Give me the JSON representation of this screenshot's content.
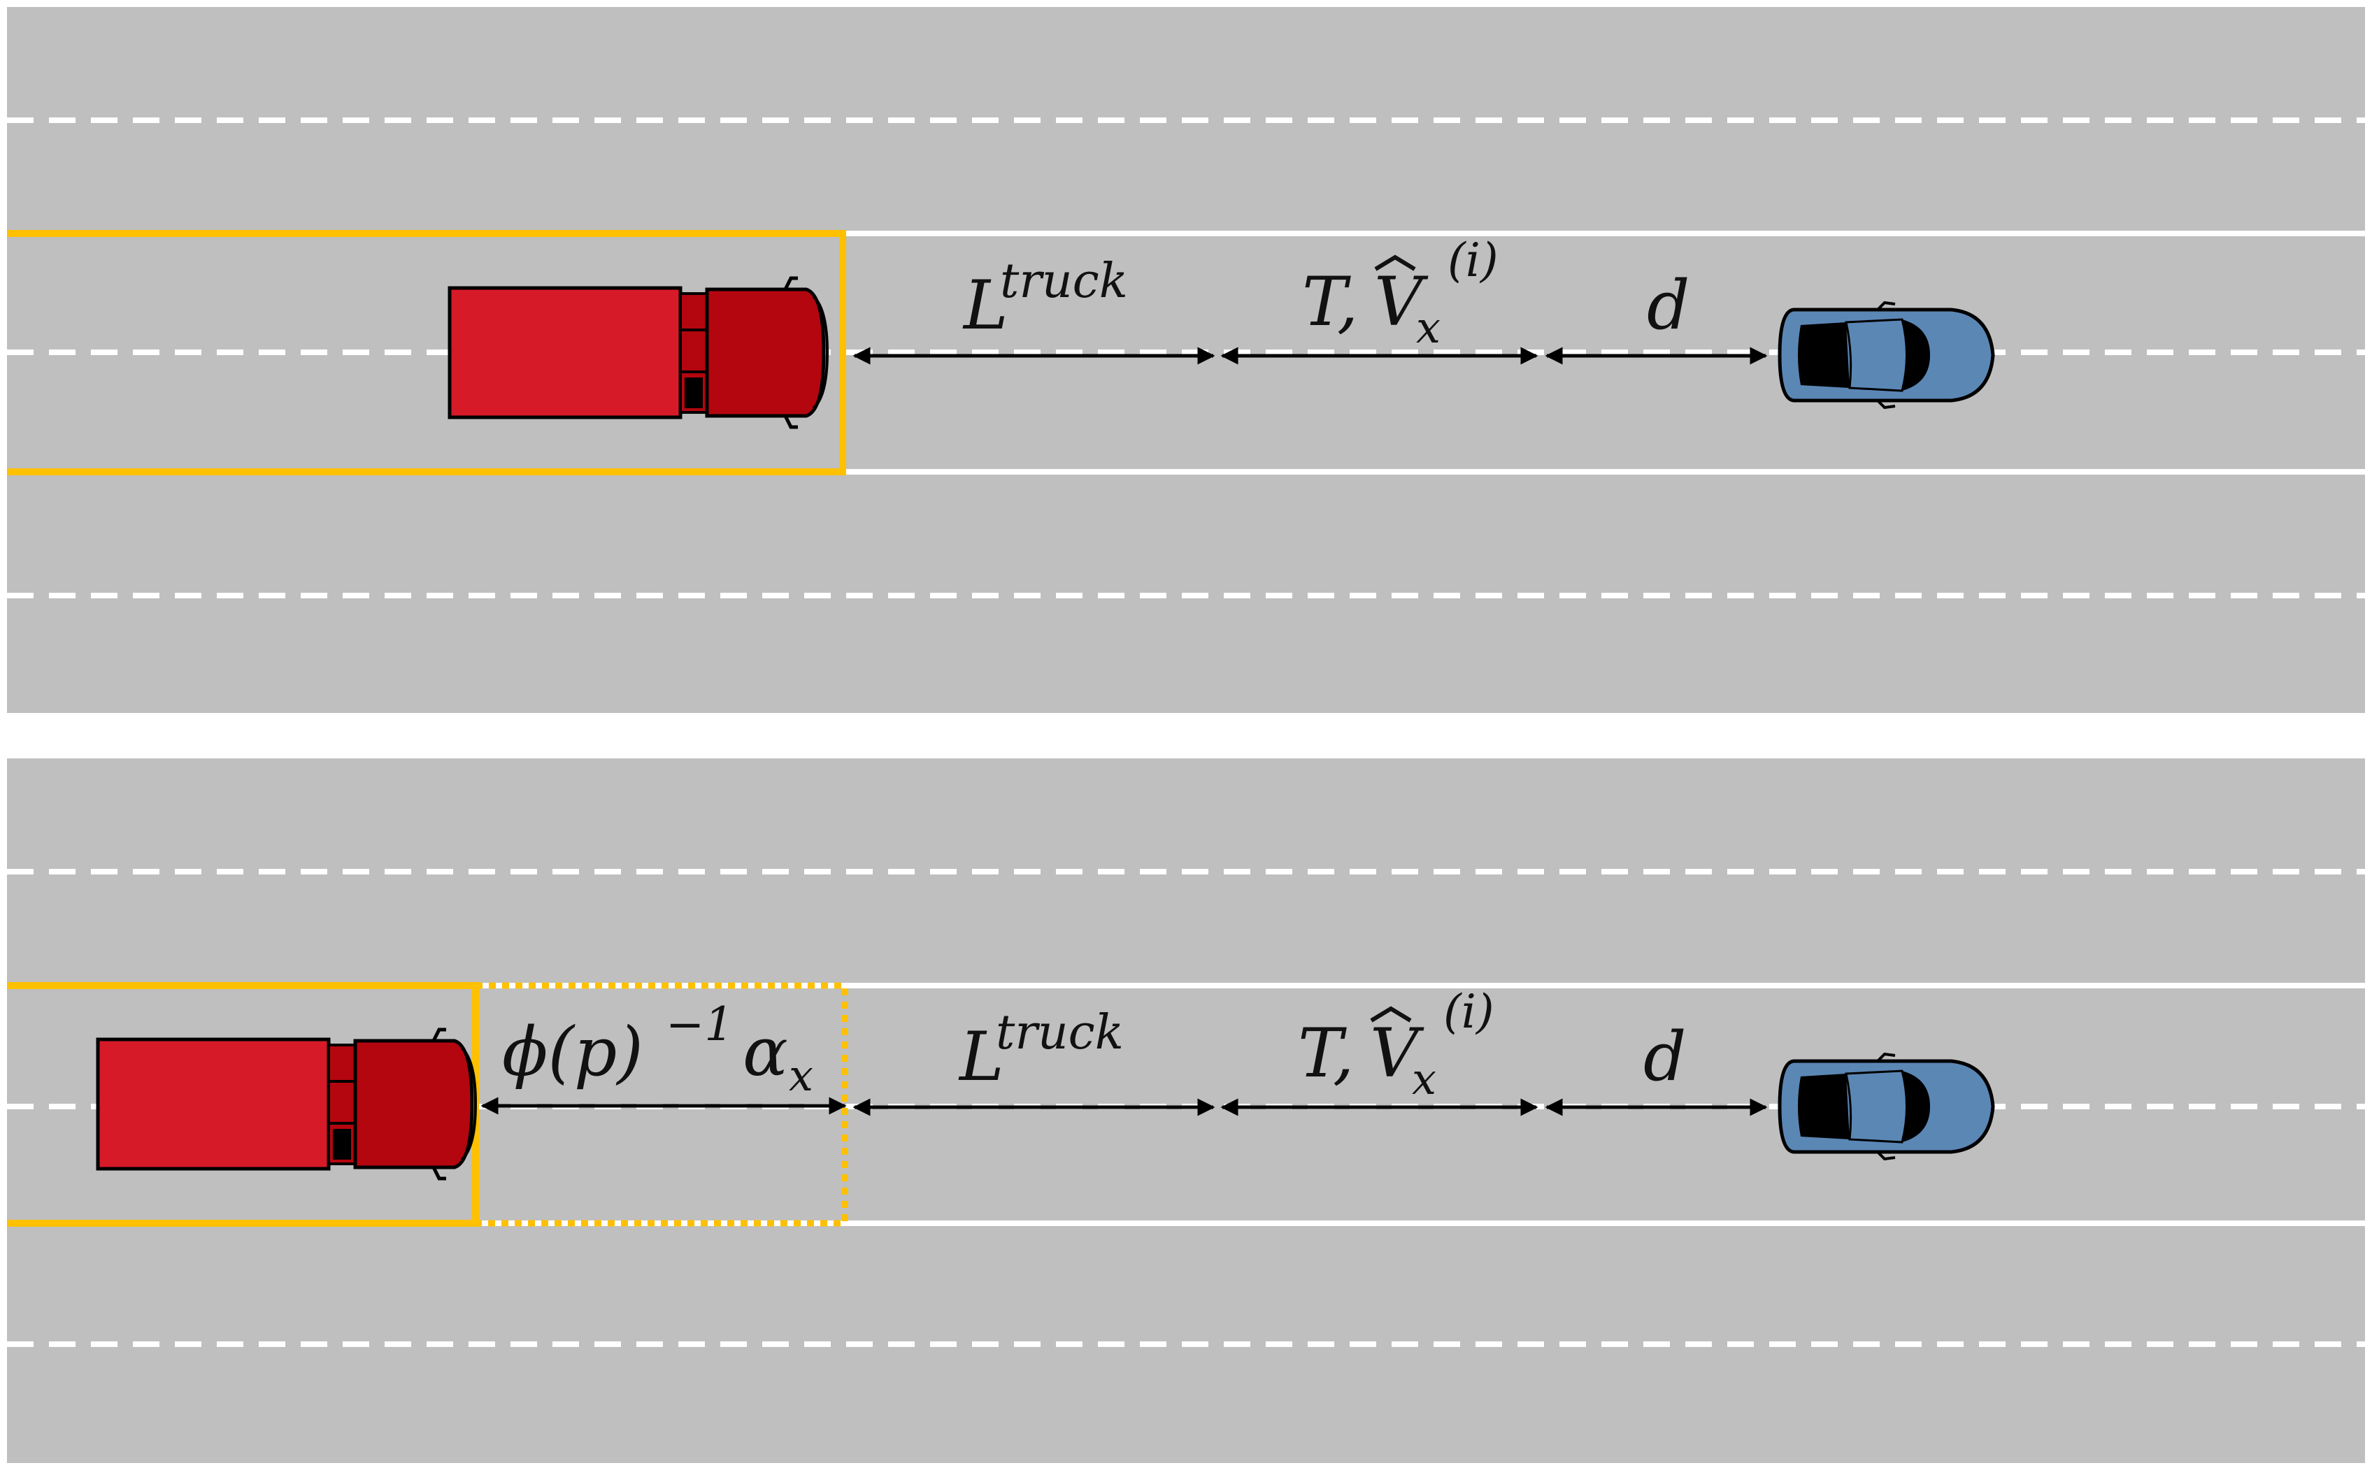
{
  "colors": {
    "road": "#bfbfbf",
    "lane_line": "#ffffff",
    "highlight": "#ffc000",
    "truck_body": "#d71a28",
    "truck_cab": "#b4060f",
    "car_body": "#5b87b5",
    "outline": "#000000"
  },
  "top_panel": {
    "labels": {
      "truck_length": "L",
      "truck_length_sup": "truck",
      "time_speed_prefix": "T,",
      "time_speed_var": "V",
      "time_speed_sub": "x",
      "time_speed_sup": "(i)",
      "distance": "d"
    }
  },
  "bottom_panel": {
    "labels": {
      "margin_phi": "ϕ(p)",
      "margin_exp": "−1",
      "margin_alpha": "α",
      "margin_alpha_sub": "x",
      "truck_length": "L",
      "truck_length_sup": "truck",
      "time_speed_prefix": "T,",
      "time_speed_var": "V",
      "time_speed_sub": "x",
      "time_speed_sup": "(i)",
      "distance": "d"
    }
  },
  "icons": [
    "truck-icon",
    "car-icon"
  ]
}
